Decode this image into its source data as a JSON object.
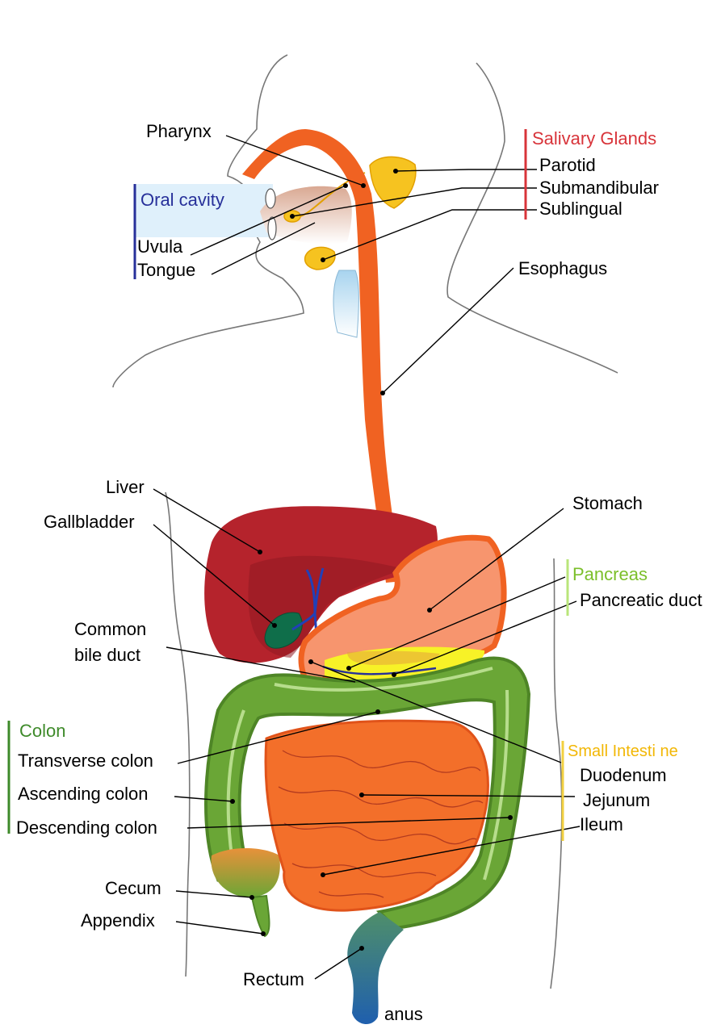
{
  "colors": {
    "salivary_header": "#d8343a",
    "oral_cavity_header": "#27309a",
    "pancreas_header": "#7bbf2a",
    "colon_header": "#3e8a2a",
    "small_intestine_header": "#f2b705",
    "esophagus": "#f06222",
    "liver": "#b5232c",
    "stomach": "#f7956e",
    "colon": "#6aa636",
    "small_intestine": "#f36f2a",
    "gallbladder": "#0f6e4a",
    "bile_duct": "#2140b8",
    "pancreas": "#f7f227",
    "salivary": "#f6c320"
  },
  "groups": {
    "salivary": {
      "title": "Salivary Glands",
      "items": [
        "Parotid",
        "Submandibular",
        "Sublingual"
      ]
    },
    "oral_cavity": {
      "title": "Oral cavity",
      "items": [
        "Uvula",
        "Tongue"
      ]
    },
    "pancreas": {
      "title": "Pancreas",
      "items": [
        "Pancreatic duct"
      ]
    },
    "colon": {
      "title": "Colon",
      "items": [
        "Transverse colon",
        "Ascending colon",
        "Descending colon"
      ]
    },
    "small_intestine": {
      "title": "Small Intesti ne",
      "items": [
        "Duodenum",
        "Jejunum",
        "Ileum"
      ]
    }
  },
  "labels": {
    "pharynx": "Pharynx",
    "esophagus": "Esophagus",
    "liver": "Liver",
    "gallbladder": "Gallbladder",
    "stomach": "Stomach",
    "common_bile_duct_line1": "Common",
    "common_bile_duct_line2": "bile duct",
    "cecum": "Cecum",
    "appendix": "Appendix",
    "rectum": "Rectum",
    "anus": "anus"
  }
}
